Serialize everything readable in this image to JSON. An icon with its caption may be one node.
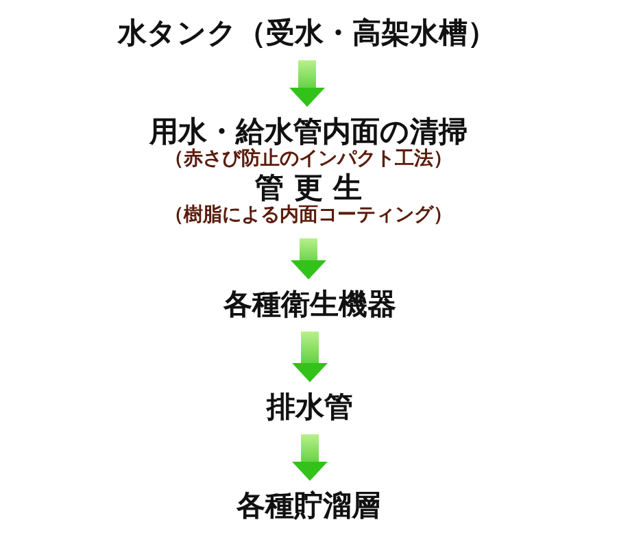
{
  "diagram": {
    "nodes": [
      {
        "text": [
          "水タンク（受水・高架水槽）"
        ]
      },
      {
        "text": [
          "用水・給水管内面の清掃",
          "（赤さび防止のインパクト工法）",
          "管 更 生",
          "（樹脂による内面コーティング）"
        ]
      },
      {
        "text": [
          "各種衛生機器"
        ]
      },
      {
        "text": [
          "排水管"
        ]
      },
      {
        "text": [
          "各種貯溜層"
        ]
      }
    ],
    "edges": [
      {
        "from": 0,
        "to": 1,
        "arrow": "to"
      },
      {
        "from": 1,
        "to": 2,
        "arrow": "to"
      },
      {
        "from": 2,
        "to": 3,
        "arrow": "to"
      },
      {
        "from": 3,
        "to": 4,
        "arrow": "to"
      }
    ]
  }
}
